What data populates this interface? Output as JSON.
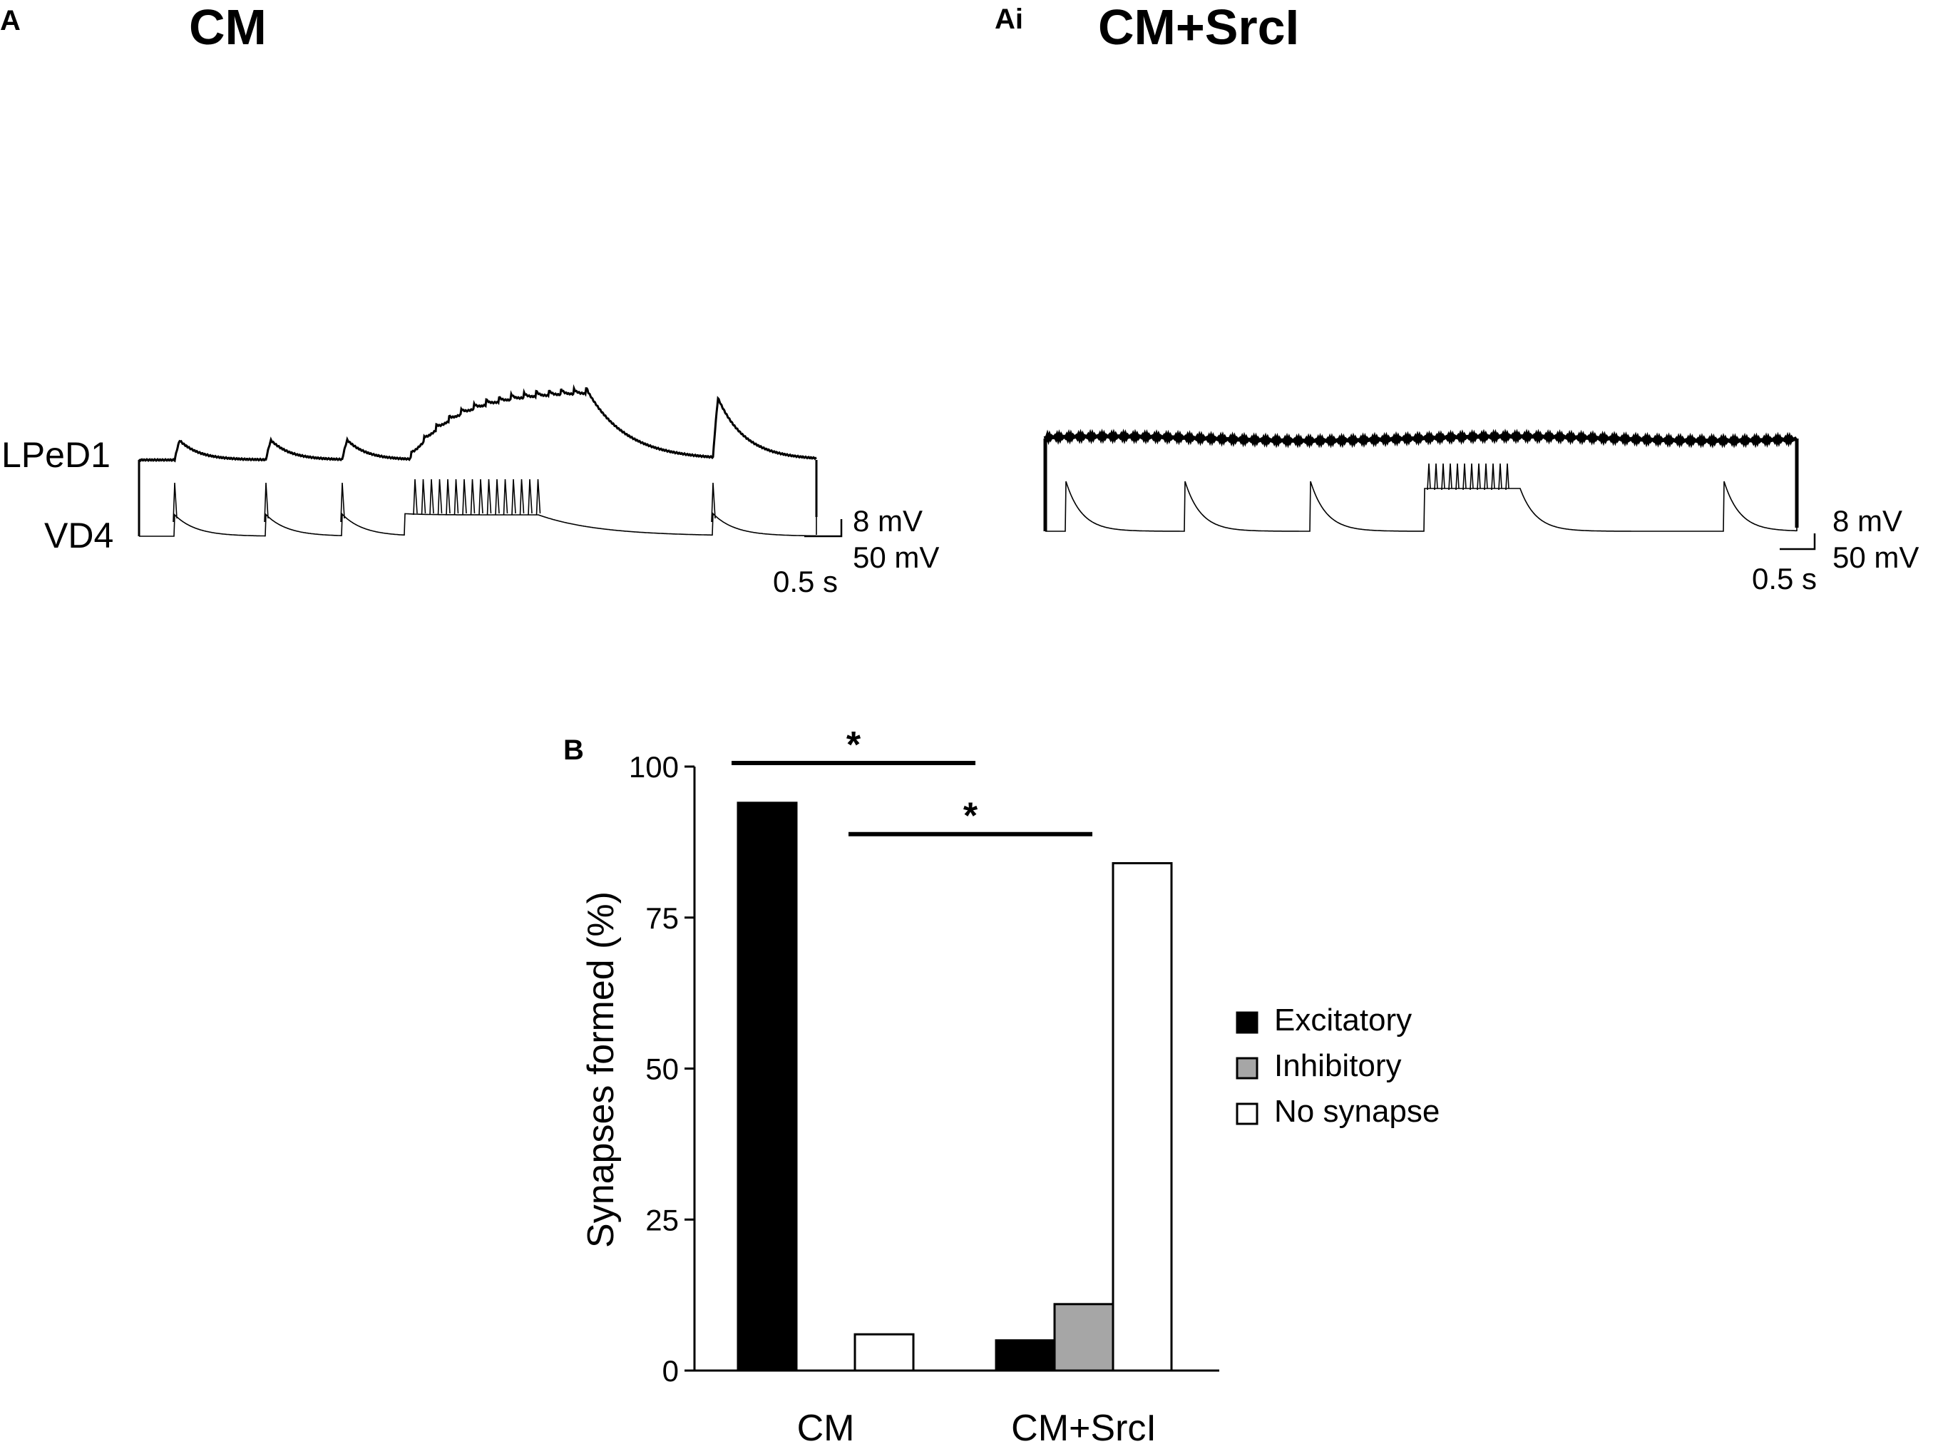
{
  "panelA": {
    "letter": "A",
    "title": "CM",
    "trace_top_label": "LPeD1",
    "trace_bottom_label": "VD4",
    "scale_top": "8 mV",
    "scale_bottom": "50 mV",
    "scale_time": "0.5 s"
  },
  "panelAi": {
    "letter": "Ai",
    "title": "CM+SrcI",
    "scale_top": "8 mV",
    "scale_bottom": "50 mV",
    "scale_time": "0.5 s"
  },
  "panelB": {
    "letter": "B"
  },
  "chart_data": {
    "type": "bar",
    "ylabel": "Synapses formed (%)",
    "ylim": [
      0,
      100
    ],
    "yticks": [
      0,
      25,
      50,
      75,
      100
    ],
    "categories": [
      "CM",
      "CM+SrcI"
    ],
    "series": [
      {
        "name": "Excitatory",
        "color": "#000000",
        "values": [
          94,
          5
        ]
      },
      {
        "name": "Inhibitory",
        "color": "#a6a6a6",
        "values": [
          0,
          11
        ]
      },
      {
        "name": "No synapse",
        "color": "#ffffff",
        "values": [
          6,
          84
        ]
      }
    ],
    "legend_position": "right",
    "significance": [
      {
        "label": "*",
        "from": "CM Excitatory",
        "to": "CM+SrcI Excitatory"
      },
      {
        "label": "*",
        "from": "CM No synapse",
        "to": "CM+SrcI No synapse"
      }
    ]
  }
}
